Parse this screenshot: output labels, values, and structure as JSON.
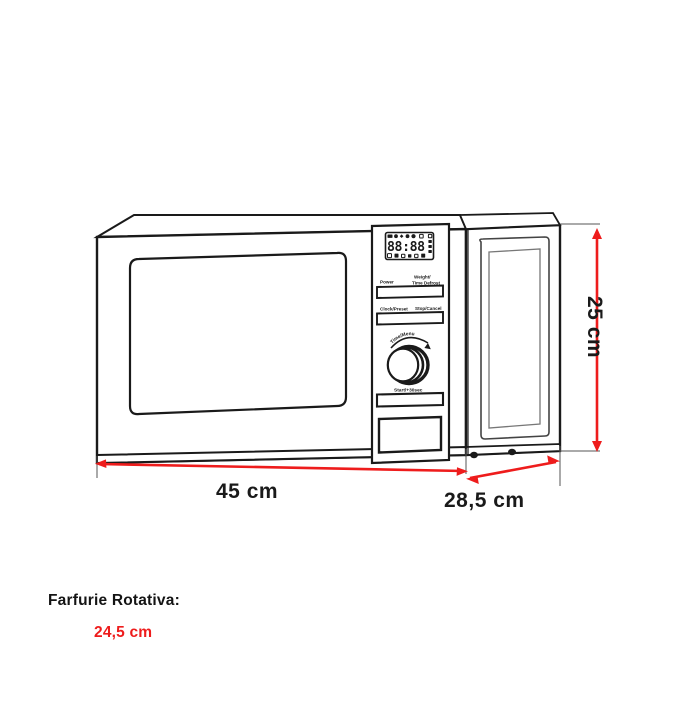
{
  "meta": {
    "title": "Microwave oven dimension diagram",
    "background": "#ffffff",
    "line_color": "#1a1a1a",
    "dimension_color": "#ee1c1c",
    "text_color": "#141414"
  },
  "dimensions": {
    "width": {
      "label": "45 cm",
      "value": 45,
      "unit": "cm",
      "axis": "width"
    },
    "depth": {
      "label": "28,5 cm",
      "value": 28.5,
      "unit": "cm",
      "axis": "depth"
    },
    "height": {
      "label": "25 cm",
      "value": 25,
      "unit": "cm",
      "axis": "height"
    }
  },
  "plate": {
    "title": "Farfurie Rotativa:",
    "value": "24,5 cm"
  },
  "control_panel": {
    "display": {
      "digits": "88:88",
      "colon": ":",
      "top_icons": [
        "auto-icon",
        "clock-icon",
        "defrost-icon",
        "power-icon",
        "grill-icon",
        "lock-icon"
      ],
      "right_icons": [
        "kg-icon",
        "percent-icon",
        "g-icon",
        "lb-icon"
      ],
      "bottom_icons": [
        "popcorn-icon",
        "pizza-icon",
        "beverage-icon",
        "potato-icon",
        "reheat-icon",
        "dinner-icon"
      ]
    },
    "buttons": [
      {
        "name": "power-button",
        "left_label": "Power",
        "right_label_line1": "Weight/",
        "right_label_line2": "Time Defrost"
      },
      {
        "name": "clock-preset-button",
        "left_label": "Clock/Preset",
        "right_label_line1": "Stop/Cancel",
        "right_label_line2": ""
      },
      {
        "name": "start-button",
        "left_label": "",
        "right_label_line1": "Start/+30sec",
        "right_label_line2": ""
      }
    ],
    "knob": {
      "label": "Time/Menu",
      "name": "time-menu-knob"
    },
    "handle": {
      "name": "door-handle-recess"
    }
  },
  "icons": {
    "width_arrow": "double-arrow-icon",
    "depth_arrow": "double-arrow-icon",
    "height_arrow": "double-arrow-icon"
  }
}
